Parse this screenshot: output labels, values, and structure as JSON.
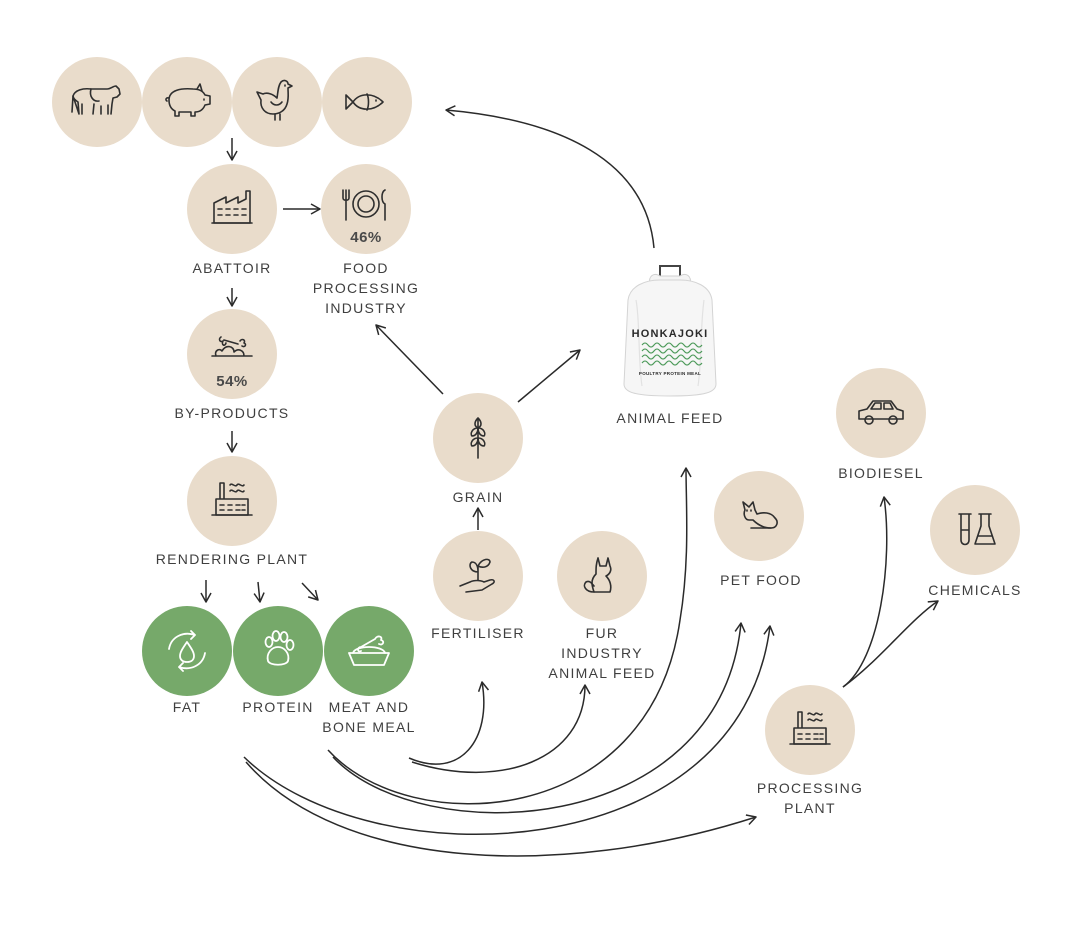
{
  "colors": {
    "beige": "#e9dccb",
    "green": "#76a96a",
    "arrow": "#2a2a2a",
    "text": "#3f3f3f"
  },
  "nodes": {
    "cow": {
      "icon": "cow-icon"
    },
    "pig": {
      "icon": "pig-icon"
    },
    "chicken": {
      "icon": "chicken-icon"
    },
    "fish": {
      "icon": "fish-icon"
    },
    "abattoir": {
      "label": "ABATTOIR",
      "icon": "factory-icon"
    },
    "food_processing": {
      "label": "FOOD\nPROCESSING\nINDUSTRY",
      "percent": "46%",
      "icon": "plate-cutlery-icon"
    },
    "by_products": {
      "label": "BY-PRODUCTS",
      "percent": "54%",
      "icon": "bones-icon"
    },
    "rendering_plant": {
      "label": "RENDERING PLANT",
      "icon": "factory-icon"
    },
    "fat": {
      "label": "FAT",
      "icon": "drop-recycle-icon"
    },
    "protein": {
      "label": "PROTEIN",
      "icon": "paw-icon"
    },
    "meat_bone_meal": {
      "label": "MEAT AND\nBONE MEAL",
      "icon": "food-bowl-icon"
    },
    "grain": {
      "label": "GRAIN",
      "icon": "wheat-icon"
    },
    "fertiliser": {
      "label": "FERTILISER",
      "icon": "plant-hand-icon"
    },
    "fur_animal_feed": {
      "label": "FUR\nINDUSTRY\nANIMAL FEED",
      "icon": "fox-icon"
    },
    "animal_feed": {
      "label": "ANIMAL FEED",
      "bag_brand": "HONKAJOKI",
      "bag_caption": "POULTRY PROTEIN MEAL",
      "icon": "feed-bag-icon"
    },
    "pet_food": {
      "label": "PET FOOD",
      "icon": "cat-icon"
    },
    "biodiesel": {
      "label": "BIODIESEL",
      "icon": "car-icon"
    },
    "chemicals": {
      "label": "CHEMICALS",
      "icon": "test-tubes-icon"
    },
    "processing_plant": {
      "label": "PROCESSING\nPLANT",
      "icon": "factory-icon"
    }
  }
}
